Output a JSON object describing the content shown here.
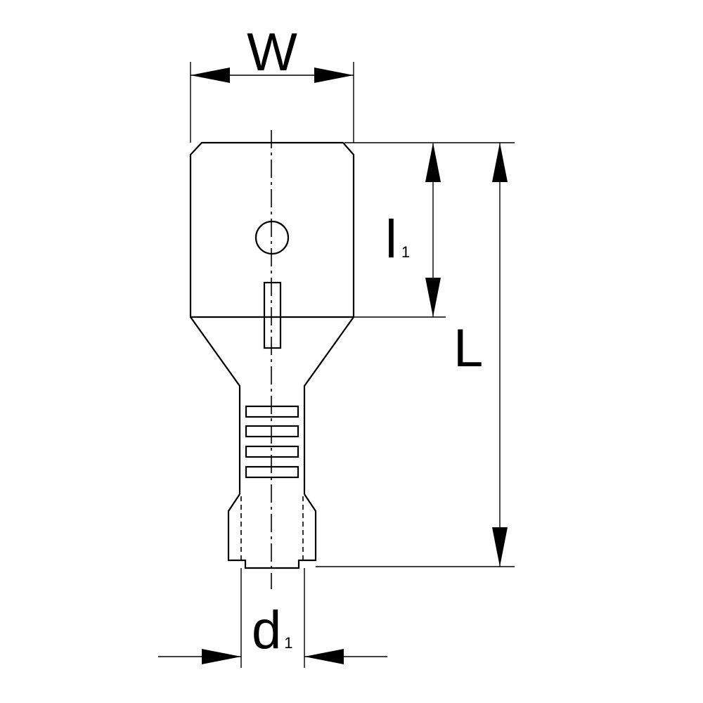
{
  "diagram": {
    "labels": {
      "width": "W",
      "blade_length": "l",
      "blade_length_sub": "1",
      "total_length": "L",
      "wire_diameter": "d",
      "wire_diameter_sub": "1"
    },
    "colors": {
      "stroke": "#000000",
      "background": "#ffffff"
    }
  }
}
